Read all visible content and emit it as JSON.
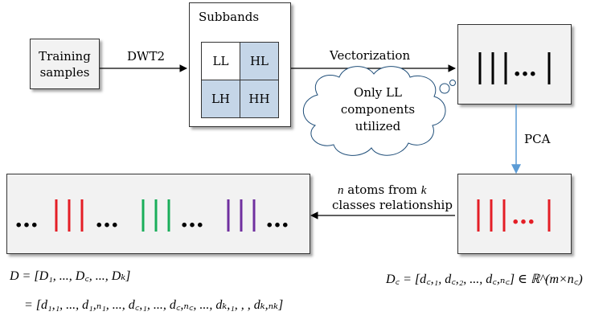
{
  "training_box": {
    "line1": "Training",
    "line2": "samples"
  },
  "dwt_label": "DWT2",
  "subbands": {
    "title": "Subbands",
    "cells": [
      "LL",
      "HL",
      "LH",
      "HH"
    ]
  },
  "vectorization_label": "Vectorization",
  "cloud": {
    "line1": "Only LL",
    "line2": "components",
    "line3": "utilized"
  },
  "pca_label": "PCA",
  "relationship": {
    "line1_n": "n",
    "line1_mid": " atoms from ",
    "line1_k": "k",
    "line2": "classes relationship"
  },
  "dots": "…",
  "colors": {
    "cell_fill": "#c5d6e8",
    "box_fill": "#f2f2f2",
    "pca_arrow": "#5b9bd5",
    "red": "#e41e26",
    "green": "#1aae5a",
    "purple": "#7030a0",
    "black": "#000000"
  },
  "formula_D_line1": "D = [D₁, ..., D꜀, ..., Dₖ]",
  "formula_D_line2": "= [d₁,₁, ..., d₁,ₙ₁, ..., d꜀,₁, ..., d꜀,ₙ꜀, ..., dₖ,₁, , , dₖ,ₙₖ]",
  "formula_Dc": "D꜀ = [d꜀,₁, d꜀,₂, ..., d꜀,ₙ꜀] ∈ ℝ^(m×n꜀)"
}
